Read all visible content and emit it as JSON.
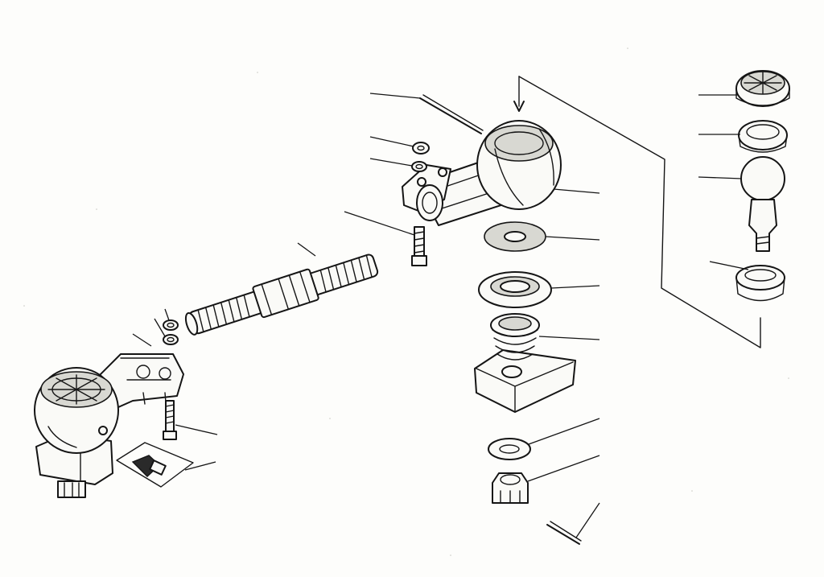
{
  "diagram": {
    "type": "exploded-view",
    "ink_color": "#151515",
    "paper_color": "#fdfdfb",
    "callout_count": 21,
    "parts": [
      "tie-rod-end-left",
      "adjusting-tube",
      "clamp-bolt-left",
      "clamp-nut-left",
      "grease-nipple",
      "tie-rod-end-right",
      "cotter-pin-top",
      "clamp-nut-right",
      "clamp-washer-right",
      "clamp-bolt-right",
      "felt-seal",
      "dust-cap",
      "spring",
      "mount-block",
      "washer",
      "castle-nut",
      "cotter-pin-bottom",
      "ball-seat-upper",
      "bushing-ring",
      "ball-stud",
      "ball-seat-lower"
    ]
  }
}
